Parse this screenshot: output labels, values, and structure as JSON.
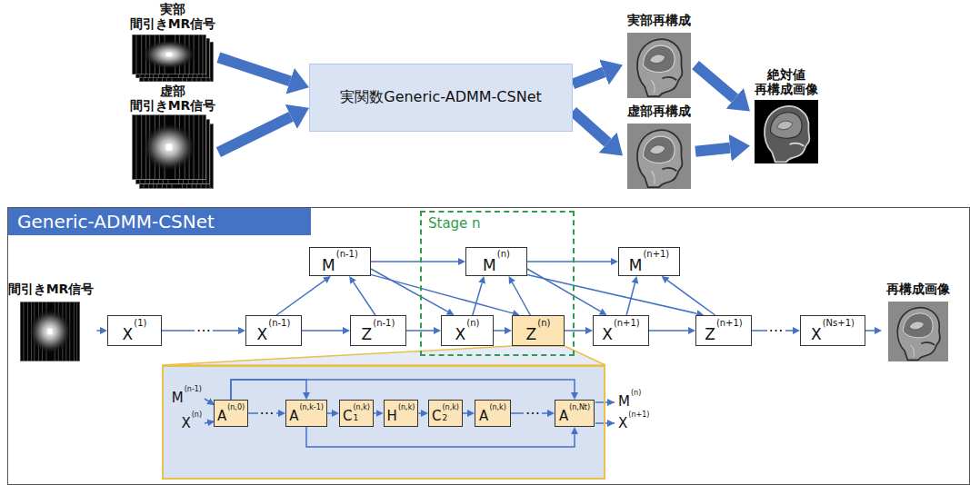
{
  "diagram": {
    "nodes": [
      {
        "text": [
          "実部 間引きMR信号"
        ]
      },
      {
        "text": [
          "虚部 間引きMR信号"
        ]
      },
      {
        "text": [
          "実関数Generic-ADMM-CSNet"
        ]
      },
      {
        "text": [
          "実部再構成"
        ]
      },
      {
        "text": [
          "虚部再構成"
        ]
      },
      {
        "text": [
          "絶対値 再構成画像"
        ]
      },
      {
        "text": [
          "Generic-ADMM-CSNet"
        ]
      },
      {
        "text": [
          "Stage n"
        ],
        "in": 6
      },
      {
        "text": [
          "間引きMR信号"
        ],
        "in": 6
      },
      {
        "text": [
          "M",
          "(n-1)"
        ],
        "in": 6
      },
      {
        "text": [
          "M",
          "(n)"
        ],
        "in": 7
      },
      {
        "text": [
          "M",
          "(n+1)"
        ],
        "in": 6
      },
      {
        "text": [
          "X",
          "(1)"
        ],
        "in": 6
      },
      {
        "text": [
          "X",
          "(n-1)"
        ],
        "in": 6
      },
      {
        "text": [
          "Z",
          "(n-1)"
        ],
        "in": 6
      },
      {
        "text": [
          "X",
          "(n)"
        ],
        "in": 7
      },
      {
        "text": [
          "Z",
          "(n)"
        ],
        "in": 7
      },
      {
        "text": [
          "X",
          "(n+1)"
        ],
        "in": 6
      },
      {
        "text": [
          "Z",
          "(n+1)"
        ],
        "in": 6
      },
      {
        "text": [
          "X",
          "(Ns+1)"
        ],
        "in": 6
      },
      {
        "text": [
          "再構成画像"
        ],
        "in": 6
      },
      {
        "text": [],
        "in": 6
      },
      {
        "text": [
          "A",
          "(n,0)"
        ],
        "in": 21
      },
      {
        "text": [
          "A",
          "(n,k-1)"
        ],
        "in": 21
      },
      {
        "text": [
          "C",
          "1",
          "(n,k)"
        ],
        "in": 21
      },
      {
        "text": [
          "H",
          "(n,k)"
        ],
        "in": 21
      },
      {
        "text": [
          "C",
          "2",
          "(n,k)"
        ],
        "in": 21
      },
      {
        "text": [
          "A",
          "(n,k)"
        ],
        "in": 21
      },
      {
        "text": [
          "A",
          "(n,Nt)"
        ],
        "in": 21
      }
    ],
    "edges": [
      {
        "from": 0,
        "to": 2,
        "arrow": "to"
      },
      {
        "from": 1,
        "to": 2,
        "arrow": "to"
      },
      {
        "from": 2,
        "to": 3,
        "arrow": "to"
      },
      {
        "from": 2,
        "to": 4,
        "arrow": "to"
      },
      {
        "from": 3,
        "to": 5,
        "arrow": "to"
      },
      {
        "from": 4,
        "to": 5,
        "arrow": "to"
      },
      {
        "from": 8,
        "to": 12,
        "arrow": "to"
      },
      {
        "from": 12,
        "to": 13,
        "label": "…",
        "arrow": "to"
      },
      {
        "from": 13,
        "to": 14,
        "arrow": "to"
      },
      {
        "from": 13,
        "to": 9,
        "arrow": "to"
      },
      {
        "from": 14,
        "to": 9,
        "arrow": "to"
      },
      {
        "from": 9,
        "to": 10,
        "arrow": "to"
      },
      {
        "from": 9,
        "to": 15,
        "arrow": "to"
      },
      {
        "from": 9,
        "to": 16,
        "arrow": "to"
      },
      {
        "from": 14,
        "to": 15,
        "arrow": "to"
      },
      {
        "from": 15,
        "to": 16,
        "arrow": "to"
      },
      {
        "from": 15,
        "to": 10,
        "arrow": "to"
      },
      {
        "from": 16,
        "to": 10,
        "arrow": "to"
      },
      {
        "from": 10,
        "to": 11,
        "arrow": "to"
      },
      {
        "from": 10,
        "to": 17,
        "arrow": "to"
      },
      {
        "from": 10,
        "to": 18,
        "arrow": "to"
      },
      {
        "from": 16,
        "to": 17,
        "arrow": "to"
      },
      {
        "from": 17,
        "to": 18,
        "arrow": "to"
      },
      {
        "from": 17,
        "to": 11,
        "arrow": "to"
      },
      {
        "from": 18,
        "to": 11,
        "arrow": "to"
      },
      {
        "from": 18,
        "to": 19,
        "label": "…",
        "arrow": "to"
      },
      {
        "from": 19,
        "to": 20,
        "arrow": "to"
      },
      {
        "from": 22,
        "to": 23,
        "label": "…",
        "arrow": "to"
      },
      {
        "from": 23,
        "to": 24,
        "arrow": "to"
      },
      {
        "from": 24,
        "to": 25,
        "arrow": "to"
      },
      {
        "from": 25,
        "to": 26,
        "arrow": "to"
      },
      {
        "from": 26,
        "to": 27,
        "arrow": "to"
      },
      {
        "from": 27,
        "to": 28,
        "label": "…",
        "arrow": "to"
      },
      {
        "from": 22,
        "to": 23,
        "arrow": "to"
      },
      {
        "from": 22,
        "to": 28,
        "arrow": "to"
      },
      {
        "from": 23,
        "to": 28,
        "arrow": "to"
      }
    ],
    "labels": [
      "M",
      "(n-1)",
      "X",
      "(n)",
      "M",
      "(n)",
      "X",
      "(n+1)"
    ]
  }
}
